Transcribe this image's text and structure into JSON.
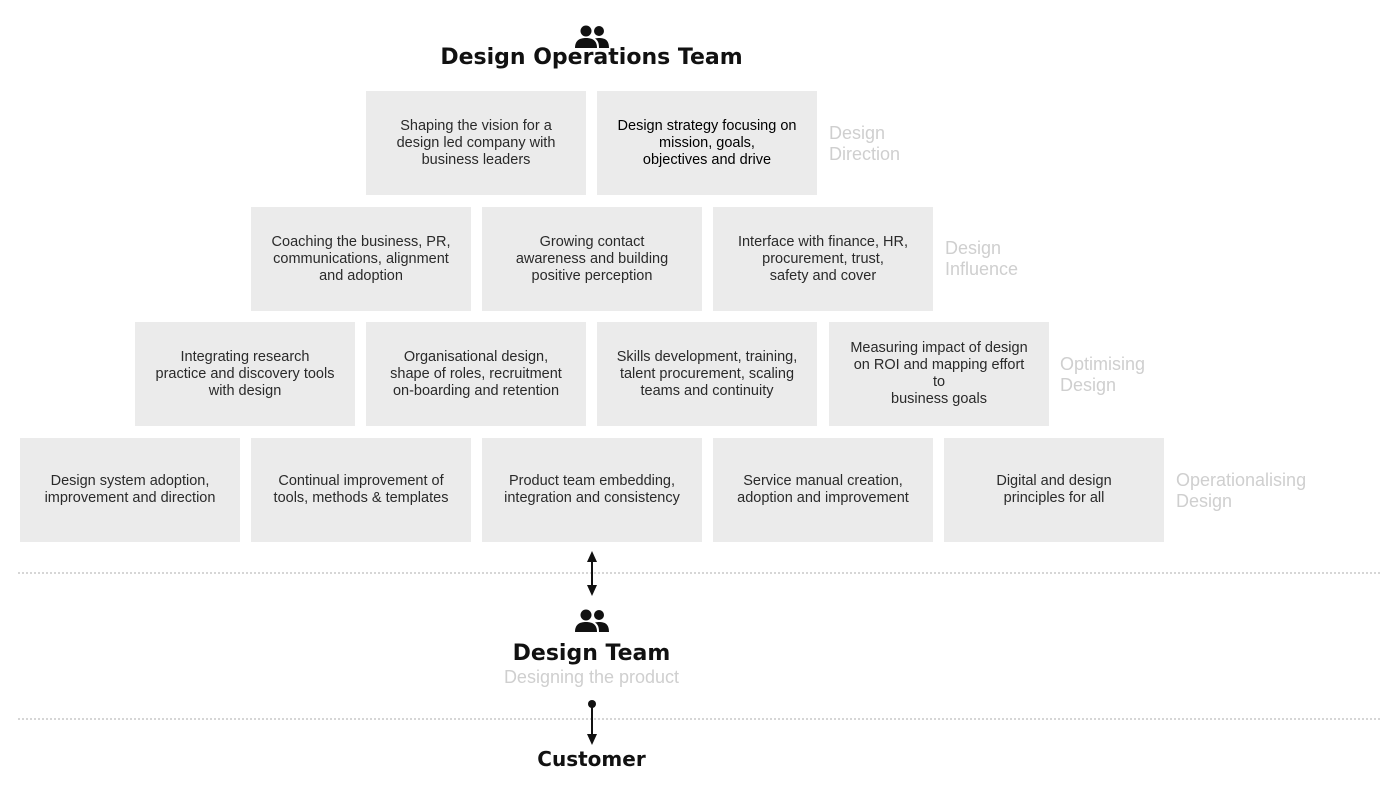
{
  "header": {
    "icon": "people-group-icon",
    "title": "Design Operations Team"
  },
  "rows": [
    {
      "label": "Design\nDirection",
      "boxes": [
        "Shaping the vision for a\ndesign led company with\nbusiness leaders",
        "Design strategy focusing on\nmission, goals,\nobjectives and drive"
      ]
    },
    {
      "label": "Design\nInfluence",
      "boxes": [
        "Coaching the business, PR,\ncommunications, alignment\nand adoption",
        "Growing contact\nawareness and building\npositive perception",
        "Interface with finance, HR,\nprocurement, trust,\nsafety and cover"
      ]
    },
    {
      "label": "Optimising\nDesign",
      "boxes": [
        "Integrating research\npractice and discovery tools\nwith design",
        "Organisational design,\nshape of roles, recruitment\non-boarding and retention",
        "Skills development, training,\ntalent procurement, scaling\nteams and continuity",
        "Measuring impact of design\non ROI and mapping effort to\nbusiness goals"
      ]
    },
    {
      "label": "Operationalising\nDesign",
      "boxes": [
        "Design system adoption,\nimprovement and direction",
        "Continual improvement of\ntools, methods & templates",
        "Product team embedding,\nintegration and consistency",
        "Service manual creation,\nadoption and improvement",
        "Digital and design\nprinciples for all"
      ]
    }
  ],
  "design_team": {
    "icon": "people-group-icon",
    "title": "Design Team",
    "subtitle": "Designing the product"
  },
  "customer": {
    "title": "Customer"
  },
  "arrows": [
    {
      "name": "ops-design-arrow",
      "style": "double-headed"
    },
    {
      "name": "design-customer-arrow",
      "style": "dot-to-arrow"
    }
  ],
  "colors": {
    "box_fill": "#ebebeb",
    "label_text": "#cfcfcf",
    "title_text": "#111111",
    "divider": "#d6d6d6"
  }
}
